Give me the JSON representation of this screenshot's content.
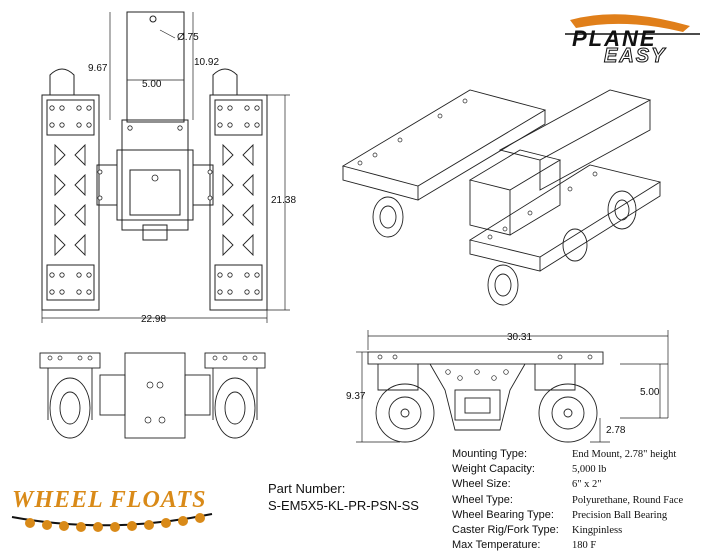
{
  "brand": {
    "plane_easy_line1": "PLANE",
    "plane_easy_line2": "EASY",
    "wheel_floats": "WHEEL FLOATS"
  },
  "dimensions": {
    "hole_dia": "Ø.75",
    "d_967": "9.67",
    "d_500_top": "5.00",
    "d_1092": "10.92",
    "d_2138": "21.38",
    "d_2298": "22.98",
    "d_3031": "30.31",
    "d_937": "9.37",
    "d_500_side": "5.00",
    "d_278": "2.78"
  },
  "part": {
    "label": "Part Number:",
    "number": "S-EM5X5-KL-PR-PSN-SS"
  },
  "specs": [
    {
      "key": "Mounting Type:",
      "value": "End Mount, 2.78\" height"
    },
    {
      "key": "Weight Capacity:",
      "value": "5,000 lb"
    },
    {
      "key": "Wheel Size:",
      "value": "6\" x 2\""
    },
    {
      "key": "Wheel Type:",
      "value": "Polyurethane, Round Face"
    },
    {
      "key": "Wheel Bearing Type:",
      "value": "Precision Ball Bearing"
    },
    {
      "key": "Caster Rig/Fork Type:",
      "value": "Kingpinless"
    },
    {
      "key": "Max Temperature:",
      "value": "180 F"
    }
  ]
}
